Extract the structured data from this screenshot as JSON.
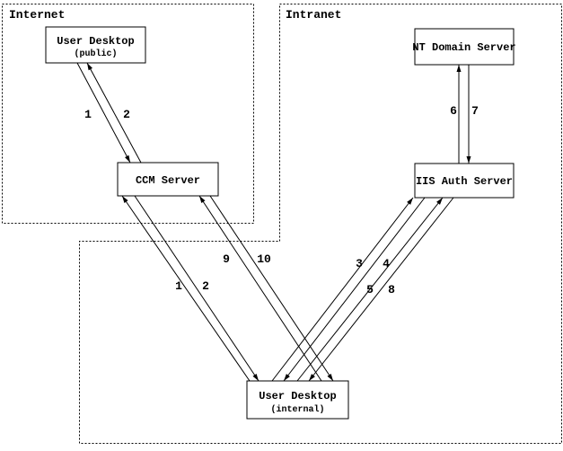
{
  "zones": {
    "internet": {
      "label": "Internet"
    },
    "intranet": {
      "label": "Intranet"
    }
  },
  "nodes": {
    "user_desktop_public": {
      "label": "User Desktop",
      "sublabel": "(public)"
    },
    "ccm_server": {
      "label": "CCM Server"
    },
    "nt_domain_server": {
      "label": "NT Domain Server"
    },
    "iis_auth_server": {
      "label": "IIS Auth Server"
    },
    "user_desktop_internal": {
      "label": "User Desktop",
      "sublabel": "(internal)"
    }
  },
  "steps": {
    "public_1": "1",
    "public_2": "2",
    "internal_1": "1",
    "internal_2": "2",
    "s3": "3",
    "s4": "4",
    "s5": "5",
    "s6": "6",
    "s7": "7",
    "s8": "8",
    "s9": "9",
    "s10": "10"
  },
  "colors": {
    "ink": "#000000",
    "paper": "#ffffff"
  }
}
